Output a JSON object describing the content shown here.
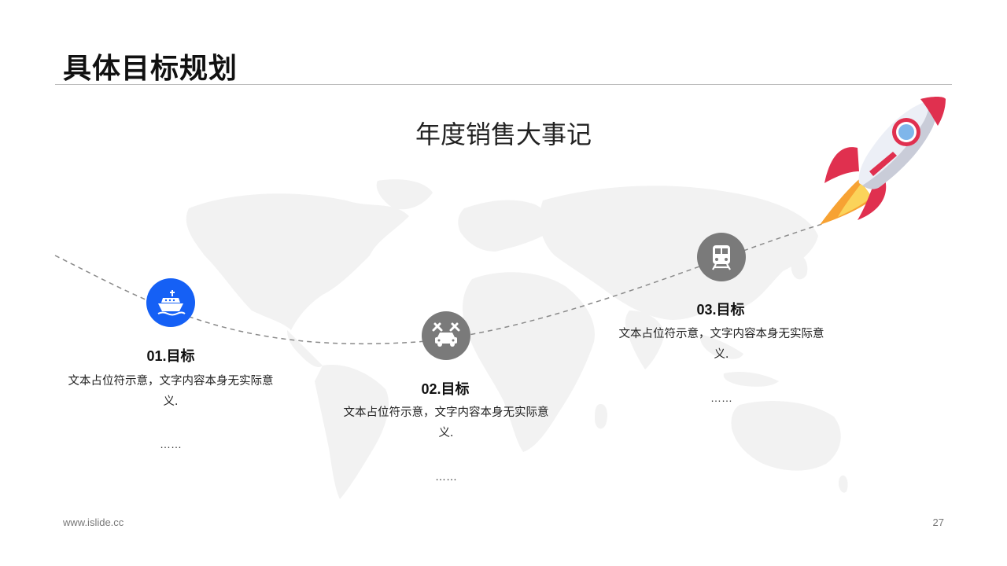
{
  "header": {
    "title": "具体目标规划"
  },
  "main": {
    "subtitle": "年度销售大事记",
    "milestones": [
      {
        "icon": "ship-icon",
        "color": "#1560f5",
        "title": "01.目标",
        "desc": "文本占位符示意，文字内容本身无实际意义.",
        "more": "……"
      },
      {
        "icon": "car-repair-icon",
        "color": "#7a7a7a",
        "title": "02.目标",
        "desc": "文本占位符示意，文字内容本身无实际意义.",
        "more": "……"
      },
      {
        "icon": "train-icon",
        "color": "#7a7a7a",
        "title": "03.目标",
        "desc": "文本占位符示意，文字内容本身无实际意义.",
        "more": "……"
      }
    ]
  },
  "footer": {
    "url": "www.islide.cc",
    "page": "27"
  },
  "colors": {
    "accent": "#1560f5",
    "icon_gray": "#7a7a7a",
    "rocket_red": "#e0304f",
    "map": "#f2f2f2"
  }
}
